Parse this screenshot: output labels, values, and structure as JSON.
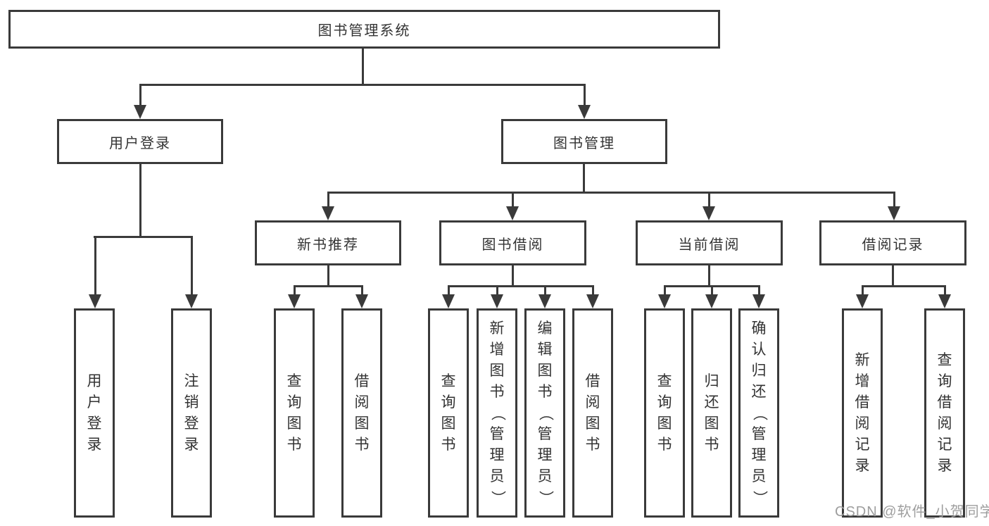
{
  "diagram": {
    "root": "图书管理系统",
    "level2": {
      "user_login": "用户登录",
      "book_mgmt": "图书管理"
    },
    "level3": {
      "new_books": "新书推荐",
      "book_borrow": "图书借阅",
      "current_borrow": "当前借阅",
      "borrow_records": "借阅记录"
    },
    "leaves": {
      "user_login_1": "用户登录",
      "user_login_2": "注销登录",
      "new_books_1": "查询图书",
      "new_books_2": "借阅图书",
      "book_borrow_1": "查询图书",
      "book_borrow_2": "新增图书（管理员）",
      "book_borrow_3": "编辑图书（管理员）",
      "book_borrow_4": "借阅图书",
      "current_borrow_1": "查询图书",
      "current_borrow_2": "归还图书",
      "current_borrow_3": "确认归还（管理员）",
      "borrow_records_1": "新增借阅记录",
      "borrow_records_2": "查询借阅记录"
    }
  },
  "watermark": "CSDN @软件_小贺同学",
  "colors": {
    "line": "#3a3a3a",
    "text": "#333333",
    "watermark": "#9e9e9e"
  }
}
